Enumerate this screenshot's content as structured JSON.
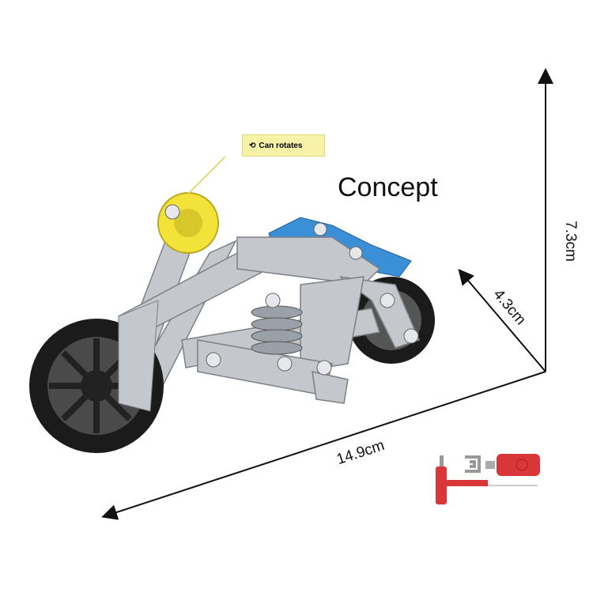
{
  "product_title": "Concept",
  "callout": {
    "icon": "rotate-arrows-icon",
    "text": "Can rotates"
  },
  "dimensions": {
    "height": "7.3cm",
    "width": "4.3cm",
    "length": "14.9cm"
  },
  "colors": {
    "tank": "#3b8fd6",
    "pulley": "#f2e23a",
    "tool": "#d9363a",
    "frame": "#c4c7cc",
    "tire": "#1b1b1b"
  }
}
